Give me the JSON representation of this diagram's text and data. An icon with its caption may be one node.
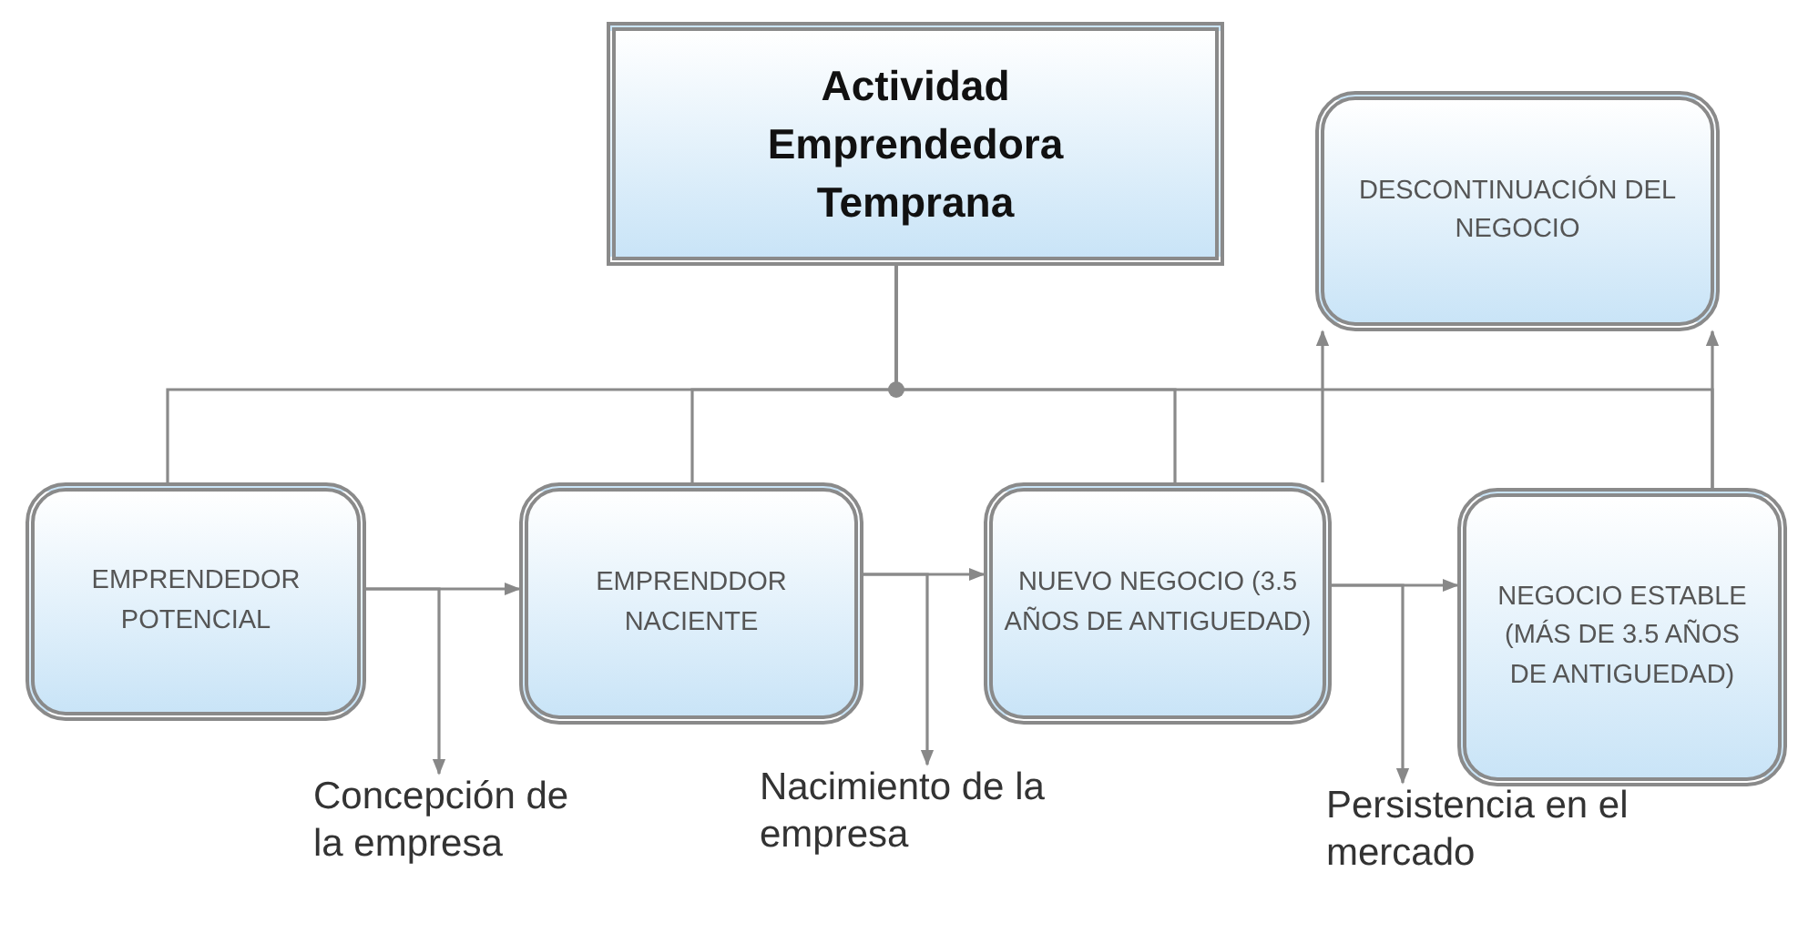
{
  "diagram": {
    "nodes": [
      {
        "text": [
          "Actividad Emprendedora Temprana"
        ]
      },
      {
        "text": [
          "DESCONTINUACIÓN DEL NEGOCIO"
        ]
      },
      {
        "text": [
          "EMPRENDEDOR POTENCIAL"
        ]
      },
      {
        "text": [
          "EMPRENDDOR NACIENTE"
        ]
      },
      {
        "text": [
          "NUEVO NEGOCIO (3.5 AÑOS DE ANTIGUEDAD)"
        ]
      },
      {
        "text": [
          "NEGOCIO ESTABLE (MÁS DE 3.5 AÑOS DE ANTIGUEDAD)"
        ]
      },
      {
        "text": [
          "Concepción de la empresa"
        ]
      },
      {
        "text": [
          "Nacimiento de la empresa"
        ]
      },
      {
        "text": [
          "Persistencia en el mercado"
        ]
      }
    ],
    "edges": [
      {
        "from": 0,
        "to": 2,
        "arrow": "none"
      },
      {
        "from": 0,
        "to": 3,
        "arrow": "none"
      },
      {
        "from": 0,
        "to": 4,
        "arrow": "none"
      },
      {
        "from": 0,
        "to": 5,
        "arrow": "none"
      },
      {
        "from": 2,
        "to": 3,
        "arrow": "to"
      },
      {
        "from": 2,
        "to": 6,
        "arrow": "to"
      },
      {
        "from": 3,
        "to": 4,
        "arrow": "to"
      },
      {
        "from": 3,
        "to": 7,
        "arrow": "to"
      },
      {
        "from": 4,
        "to": 5,
        "arrow": "to"
      },
      {
        "from": 4,
        "to": 8,
        "arrow": "to"
      },
      {
        "from": 4,
        "to": 1,
        "arrow": "to"
      },
      {
        "from": 5,
        "to": 1,
        "arrow": "to"
      }
    ]
  }
}
